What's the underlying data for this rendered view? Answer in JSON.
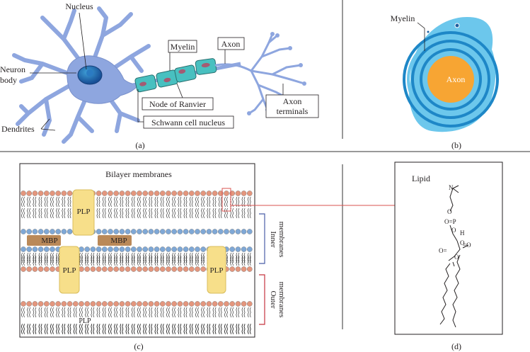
{
  "panel_a": {
    "caption": "(a)",
    "labels": {
      "nucleus": "Nucleus",
      "neuron_body_1": "Neuron",
      "neuron_body_2": "body",
      "dendrites": "Dendrites",
      "myelin": "Myelin",
      "axon": "Axon",
      "node_of_ranvier": "Node of Ranvier",
      "schwann_cell_nucleus": "Schwann cell nucleus",
      "axon_terminals_1": "Axon",
      "axon_terminals_2": "terminals"
    }
  },
  "panel_b": {
    "caption": "(b)",
    "labels": {
      "myelin": "Myelin",
      "axon": "Axon"
    }
  },
  "panel_c": {
    "caption": "(c)",
    "labels": {
      "title": "Bilayer membranes",
      "plp": "PLP",
      "mbp": "MBP",
      "inner_membranes_1": "Inner",
      "inner_membranes_2": "membranes",
      "outer_membranes_1": "Outer",
      "outer_membranes_2": "membranes"
    }
  },
  "panel_d": {
    "caption": "(d)",
    "labels": {
      "lipid": "Lipid",
      "n": "N",
      "o_eq_p": "O=P",
      "o1": "O",
      "o2": "O",
      "h": "H",
      "o3": "O",
      "eq_o1": "=O",
      "o_eq": "O=",
      "o4": "O"
    }
  },
  "colors": {
    "neuron": "#8ea6df",
    "neuron_nucleus": "#1b5aa6",
    "myelin_sheath": "#48c0c0",
    "schwann_nucleus": "#a45b73",
    "axon_core": "#f7a533",
    "myelin_ring_dark": "#1e87c7",
    "myelin_ring_light": "#6cc7ec",
    "head_red": "#e4967d",
    "head_blue": "#7fa8d6",
    "plp": "#f7df8a",
    "mbp": "#ba8958",
    "inner_bracket": "#4a5ea8",
    "outer_bracket": "#c5343f",
    "connector_line": "#d9534f"
  }
}
